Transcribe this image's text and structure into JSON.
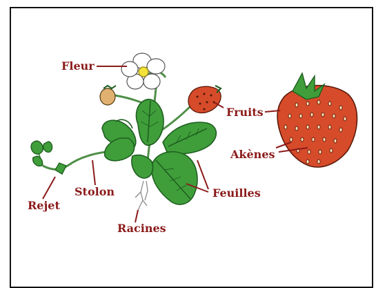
{
  "labels": {
    "fleur": "Fleur",
    "fruits": "Fruits",
    "akenes": "Akènes",
    "feuilles": "Feuilles",
    "stolon": "Stolon",
    "rejet": "Rejet",
    "racines": "Racines"
  },
  "colors": {
    "label": "#8b1a1a",
    "leader": "#8b1a1a",
    "leaf": "#3f9e3a",
    "leaf_dark": "#1f5f20",
    "stem": "#4f8f48",
    "strawberry": "#d64b2a",
    "seed": "#ffd7a0",
    "root": "#7a7a7a"
  }
}
